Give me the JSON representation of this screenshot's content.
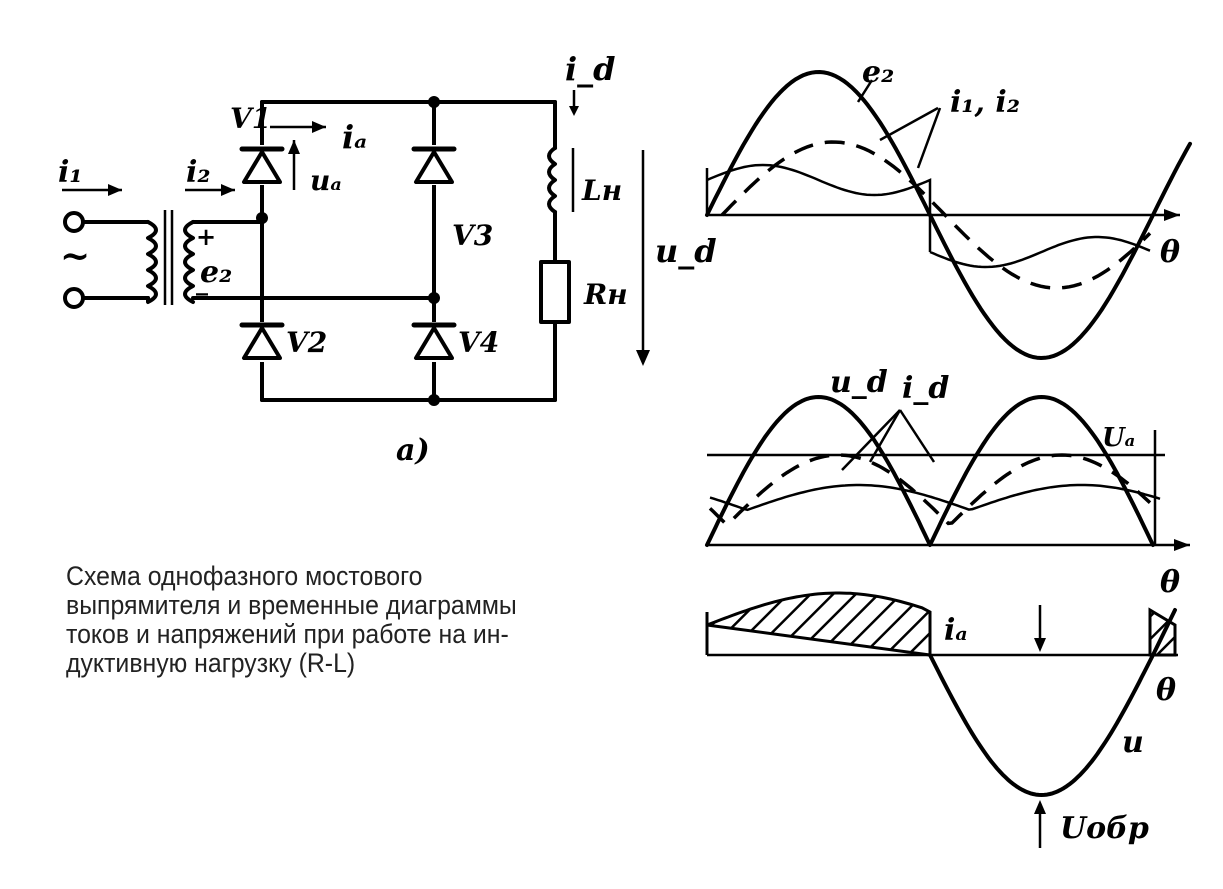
{
  "circuit": {
    "labels": {
      "i1": "i₁",
      "i2": "i₂",
      "ia": "iₐ",
      "ua": "uₐ",
      "id": "i_d",
      "ud": "u_d",
      "e2": "e₂",
      "plus": "+",
      "minus": "_",
      "tilde": "~",
      "V1": "V1",
      "V2": "V2",
      "V3": "V3",
      "V4": "V4",
      "Ln": "Lн",
      "Rn": "Rн",
      "fig": "а)"
    }
  },
  "graph1": {
    "e2": "e₂",
    "i1i2": "i₁, i₂",
    "theta": "θ"
  },
  "graph2": {
    "ud": "u_d",
    "id": "i_d",
    "ua": "Uₐ",
    "theta": "θ"
  },
  "graph3": {
    "ia": "iₐ",
    "u": "u",
    "uobr": "Uобр",
    "theta": "θ"
  },
  "caption": {
    "line1": "Схема однофазного мостового",
    "line2": "выпрямителя и временные диаграммы",
    "line3": "токов и напряжений при работе на ин-",
    "line4": "дуктивную нагрузку (R-L)"
  }
}
